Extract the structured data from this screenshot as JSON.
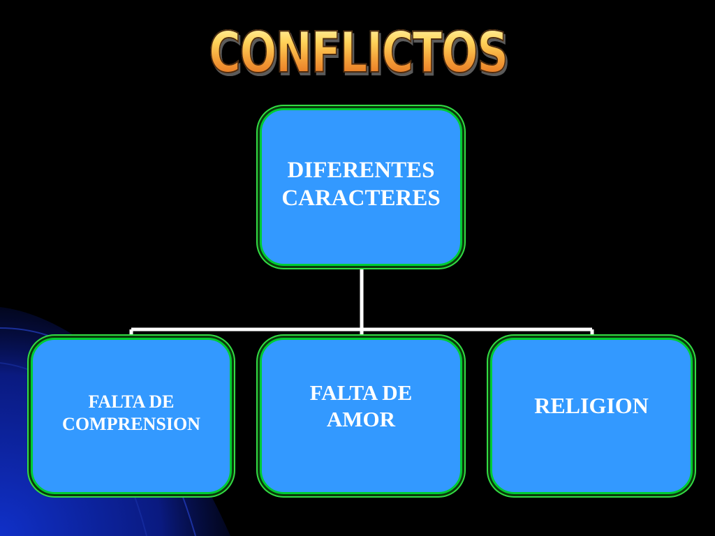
{
  "title": "CONFLICTOS",
  "diagram": {
    "root": {
      "label": "DIFERENTES\nCARACTERES"
    },
    "children": [
      {
        "label": "FALTA DE\nCOMPRENSION"
      },
      {
        "label": "FALTA  DE\nAMOR"
      },
      {
        "label": "RELIGION"
      }
    ]
  },
  "colors": {
    "background": "#000000",
    "node_fill": "#3399ff",
    "node_border": "#00cc33",
    "connector": "#ffffff",
    "node_text": "#ffffff"
  }
}
